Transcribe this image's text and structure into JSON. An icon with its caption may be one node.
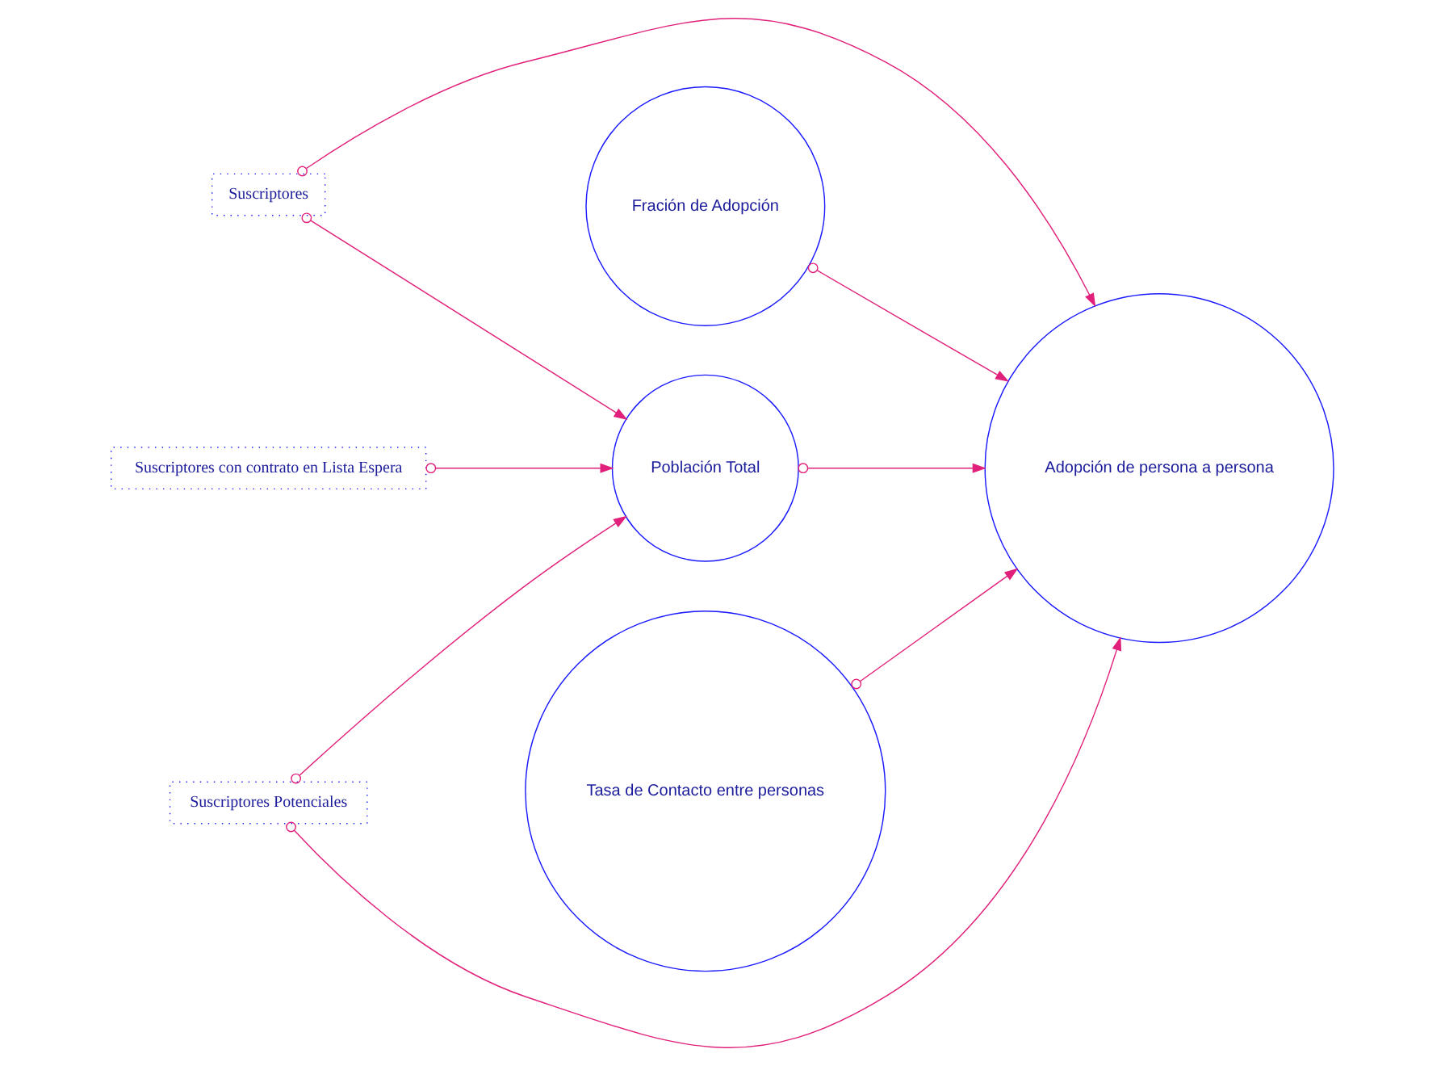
{
  "diagram": {
    "nodes": [
      {
        "text": [
          "Suscriptores con contrato en Lista Espera"
        ]
      },
      {
        "text": [
          "Población Total"
        ]
      },
      {
        "text": [
          "Adopción de persona a persona"
        ]
      },
      {
        "text": [
          "Fración de Adopción"
        ]
      },
      {
        "text": [
          "Suscriptores"
        ]
      },
      {
        "text": [
          "Tasa de Contacto entre personas"
        ]
      },
      {
        "text": [
          "Suscriptores Potenciales"
        ]
      }
    ],
    "edges": [
      {
        "from": 0,
        "to": 1,
        "arrow": "to"
      },
      {
        "from": 1,
        "to": 2,
        "arrow": "to"
      },
      {
        "from": 3,
        "to": 2,
        "arrow": "to"
      },
      {
        "from": 4,
        "to": 1,
        "arrow": "to"
      },
      {
        "from": 4,
        "to": 2,
        "arrow": "to"
      },
      {
        "from": 5,
        "to": 2,
        "arrow": "to"
      },
      {
        "from": 6,
        "to": 1,
        "arrow": "to"
      },
      {
        "from": 6,
        "to": 2,
        "arrow": "to"
      }
    ]
  }
}
